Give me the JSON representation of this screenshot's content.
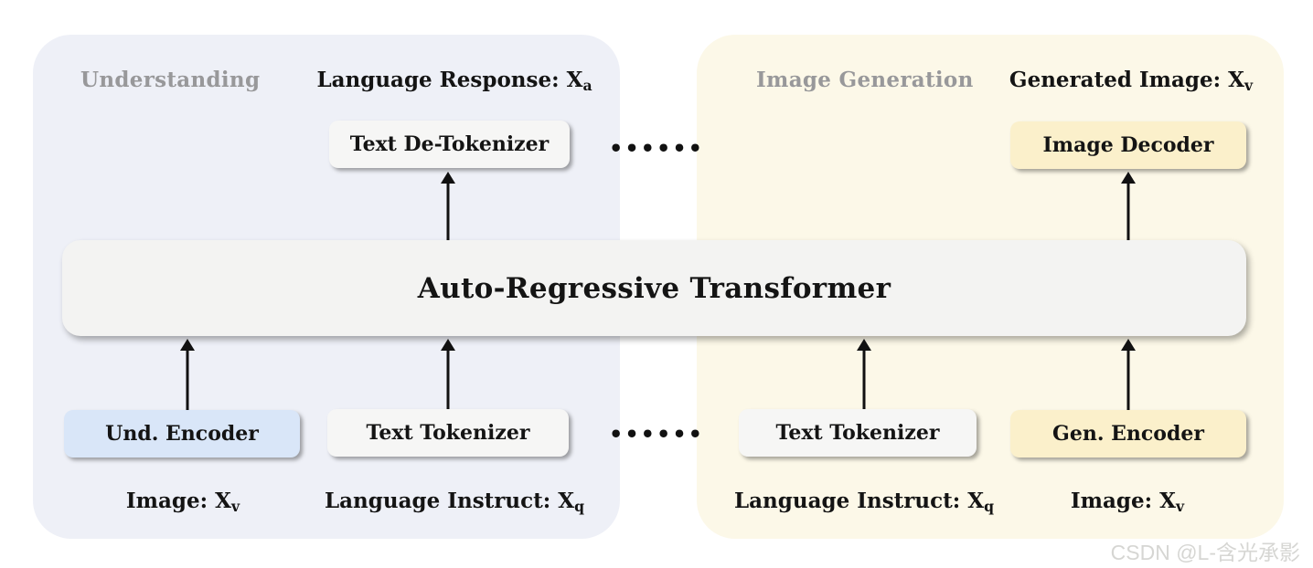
{
  "transformer": {
    "label": "Auto-Regressive Transformer"
  },
  "dots_top": "••••••",
  "dots_bottom": "••••••",
  "panels": {
    "understanding": {
      "title": "Understanding",
      "top_label": {
        "text": "Language Response: X",
        "sub": "a"
      },
      "top_box": "Text De-Tokenizer",
      "bottom_boxes": {
        "encoder": "Und. Encoder",
        "tokenizer": "Text Tokenizer"
      },
      "bottom_labels": {
        "image": {
          "text": "Image: X",
          "sub": "v"
        },
        "instruct": {
          "text": "Language Instruct: X",
          "sub": "q"
        }
      }
    },
    "generation": {
      "title": "Image Generation",
      "top_label": {
        "text": "Generated Image: X",
        "sub": "v"
      },
      "top_box": "Image Decoder",
      "bottom_boxes": {
        "tokenizer": "Text Tokenizer",
        "encoder": "Gen. Encoder"
      },
      "bottom_labels": {
        "instruct": {
          "text": "Language Instruct: X",
          "sub": "q"
        },
        "image": {
          "text": "Image: X",
          "sub": "v"
        }
      }
    }
  },
  "watermark": "CSDN @L-含光承影",
  "colors": {
    "panel_blue_bg": "#eef0f7",
    "panel_yellow_bg": "#fcf8e8",
    "box_blue": "#d9e6f8",
    "box_yellow": "#fbf0cb",
    "box_gray": "#f6f6f5",
    "transformer_bg": "#f3f3f2",
    "muted_title": "#98989a",
    "watermark_color": "#d6d6d3"
  }
}
